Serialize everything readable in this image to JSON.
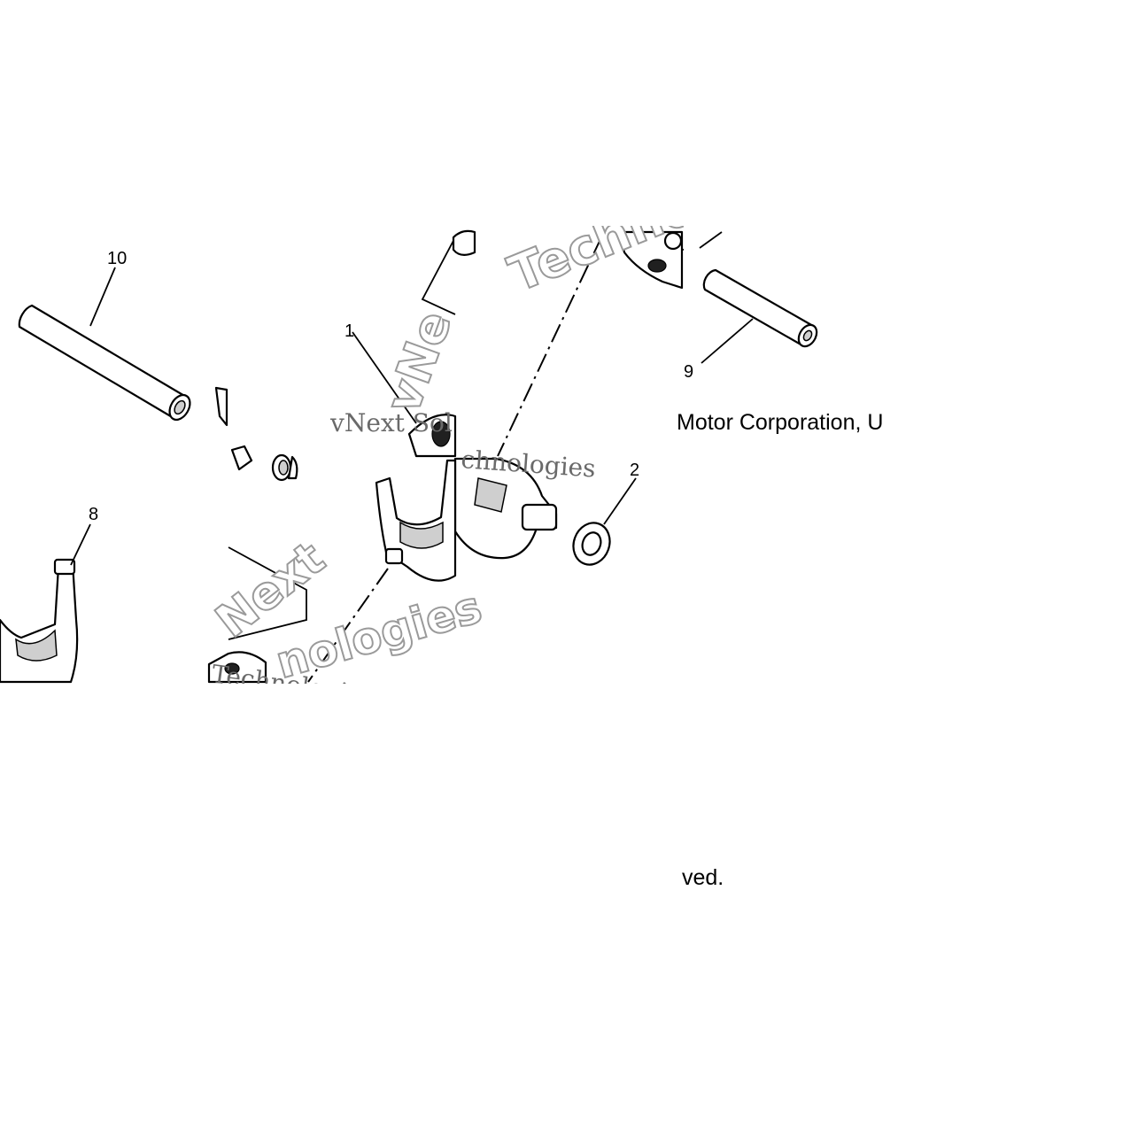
{
  "callouts": {
    "c1": "1",
    "c2": "2",
    "c8": "8",
    "c9": "9",
    "c10": "10"
  },
  "watermarks": {
    "w_top_outline": "Techno",
    "w_serif_mid": "vNext Sol",
    "w_serif_mid2": "chnologies",
    "w_vertical": "vNe",
    "w_outline_left": "Next",
    "w_outline_bottom": "nologies",
    "w_serif_bottom": "Technologies"
  },
  "caption": {
    "line1": "Motor Corporation, U",
    "line2": "ved."
  },
  "colors": {
    "ink": "#000000",
    "paper": "#ffffff",
    "watermark": "#9a9a9a"
  }
}
